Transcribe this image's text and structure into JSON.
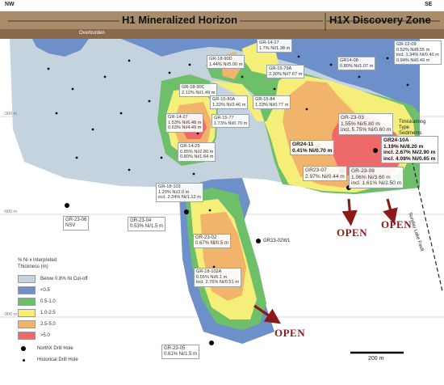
{
  "compass": {
    "left": "NW",
    "right": "SE"
  },
  "zones": {
    "h1": "H1 Mineralized Horizon",
    "h1x": "H1X Discovery Zone"
  },
  "overburden": "Overburden",
  "depths": [
    "-300 m",
    "-600 m",
    "-900 m"
  ],
  "sediments": "Timiskaming\nType\nSediments",
  "fault": "Sunday Lake Fault",
  "open_labels": [
    "OPEN",
    "OPEN",
    "OPEN"
  ],
  "callouts": [
    {
      "lines": [
        "GR-14-17",
        "1.7% Ni/1.38 m"
      ]
    },
    {
      "lines": [
        "GR-12-09",
        "0.52% Ni/8.55 m",
        "incl. 1.34% Ni/0.40 m",
        "0.94% Ni/0.49 m"
      ]
    },
    {
      "lines": [
        "GR-18-90D",
        "1.44% Ni/5.00 m"
      ]
    },
    {
      "lines": [
        "GR-15-79A",
        "2.30% Ni/7.67 m"
      ]
    },
    {
      "lines": [
        "GR14-08",
        "0.80% Ni/1.07 m"
      ]
    },
    {
      "lines": [
        "GR-18-90C",
        "2.12% Ni/1.49 m"
      ]
    },
    {
      "lines": [
        "GR-15-80A",
        "1.33% Ni/3.46 m"
      ]
    },
    {
      "lines": [
        "GR-15-84",
        "1.23% Ni/0.77 m"
      ]
    },
    {
      "lines": [
        "GR-14-27",
        "1.53% Ni/6.48 m",
        "0.63% Ni/4.49 m"
      ]
    },
    {
      "lines": [
        "GR-15-77",
        "1.73% Ni/0.70 m"
      ]
    },
    {
      "lines": [
        "GR-14-25",
        "0.85% Ni/2.80 m",
        "0.80% Ni/1.64 m"
      ]
    },
    {
      "lines": [
        "GR-18-103",
        "1.29% Ni/2.0 m",
        "incl. 2.24% Ni/1.12 m"
      ]
    },
    {
      "lines": [
        "GR-18-102A",
        "0.55% Ni/6.1 m",
        "incl. 2.76% Ni/0.51 m"
      ]
    }
  ],
  "big_callouts": [
    {
      "lines": [
        "GR24-11",
        "0.41% Ni/0.70 m"
      ]
    },
    {
      "lines": [
        "GR-23-03",
        "1.55% Ni/5.80 m",
        "incl. 5.75% Ni/0.60 m"
      ]
    },
    {
      "lines": [
        "GR24-10A",
        "1.19% Ni/8.20 m",
        "incl. 2.67% Ni/2.90 m",
        "incl. 4.08% Ni/0.65 m"
      ]
    },
    {
      "lines": [
        "GR23-07",
        "2.97% Ni/0.44 m"
      ]
    },
    {
      "lines": [
        "GR-23-08",
        "1.06% Ni/3.60 m",
        "incl. 1.61% Ni/2.50 m"
      ]
    }
  ],
  "plain_labels": [
    {
      "lines": [
        "GR-23-06",
        "NSV"
      ]
    },
    {
      "lines": [
        "GR-23-04",
        "0.53% Ni/1.5 m"
      ]
    },
    {
      "lines": [
        "GR-23-02",
        "0.67% Ni/0.5 m"
      ]
    },
    {
      "lines": [
        "GR23-02W1"
      ]
    },
    {
      "lines": [
        "GR-23-05",
        "0.61% Ni/1.5 m"
      ]
    }
  ],
  "legend": {
    "title": "% Ni x Interpreted\nThickness (m)",
    "items": [
      {
        "label": "Below 0.8% Ni Cut-off",
        "color": "#c5d3de"
      },
      {
        "label": "<0.5",
        "color": "#6d8fca"
      },
      {
        "label": "0.5-1.0",
        "color": "#6dbf6a"
      },
      {
        "label": "1.0-2.5",
        "color": "#f5ef7a"
      },
      {
        "label": "2.5-5.0",
        "color": "#f2b36b"
      },
      {
        "label": ">5.0",
        "color": "#ee6a6a"
      }
    ],
    "holes": [
      "NorthX Drill Hole",
      "Historical Drill Hole"
    ]
  },
  "scale_bar": "200 m"
}
